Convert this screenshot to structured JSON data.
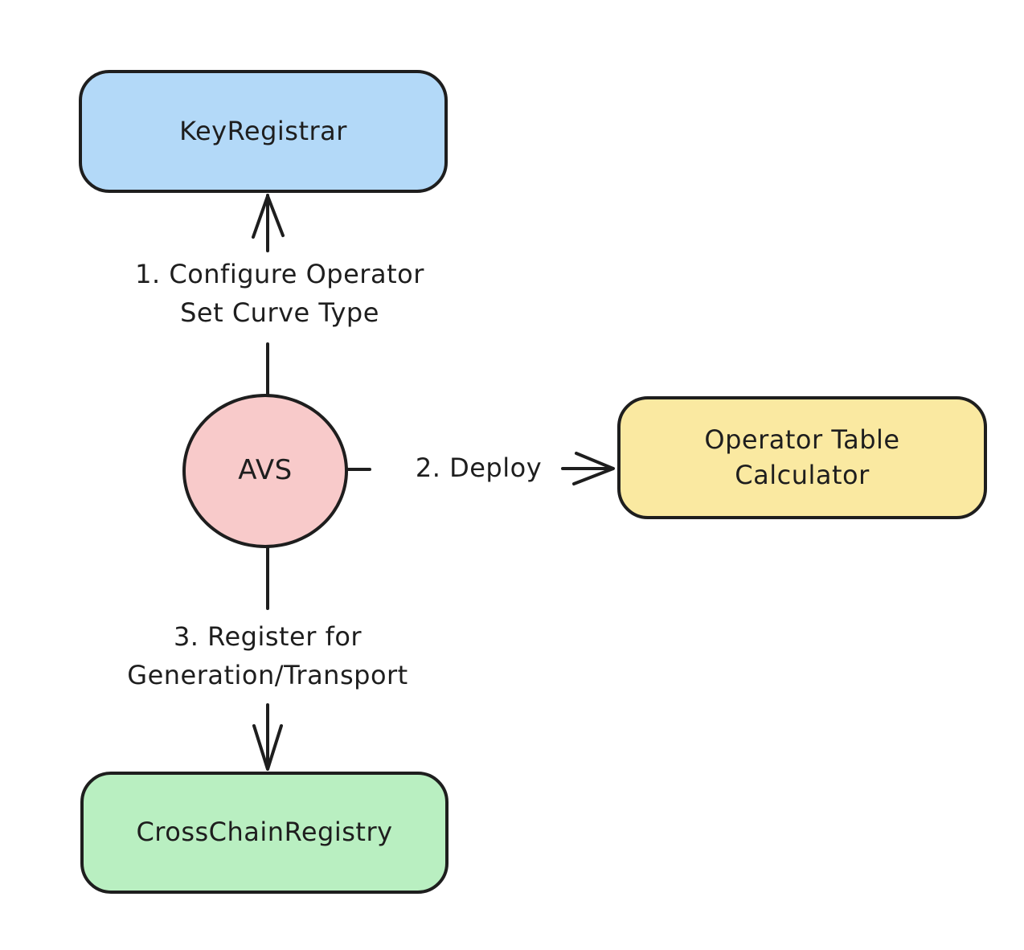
{
  "diagram": {
    "title": "AVS setup flow diagram",
    "colors": {
      "stroke": "#1e1e1e",
      "background": "#ffffff",
      "node_blue_fill": "#b3d9f8",
      "node_pink_fill": "#f8caca",
      "node_yellow_fill": "#fae9a1",
      "node_green_fill": "#b9efc1"
    },
    "nodes": [
      {
        "id": "key-registrar",
        "shape": "rounded-rect",
        "fill": "#b3d9f8",
        "label": "KeyRegistrar"
      },
      {
        "id": "avs",
        "shape": "ellipse",
        "fill": "#f8caca",
        "label": "AVS"
      },
      {
        "id": "operator-table-calculator",
        "shape": "rounded-rect",
        "fill": "#fae9a1",
        "label": "Operator Table Calculator",
        "label_lines": {
          "0": "Operator Table",
          "1": "Calculator"
        }
      },
      {
        "id": "cross-chain-registry",
        "shape": "rounded-rect",
        "fill": "#b9efc1",
        "label": "CrossChainRegistry"
      }
    ],
    "edges": [
      {
        "from": "avs",
        "to": "key-registrar",
        "direction": "up",
        "label": "1. Configure Operator Set Curve Type",
        "label_lines": {
          "0": "1. Configure Operator",
          "1": "Set Curve Type"
        }
      },
      {
        "from": "avs",
        "to": "operator-table-calculator",
        "direction": "right",
        "label": "2. Deploy"
      },
      {
        "from": "avs",
        "to": "cross-chain-registry",
        "direction": "down",
        "label": "3. Register for Generation/Transport",
        "label_lines": {
          "0": "3. Register for",
          "1": "Generation/Transport"
        }
      }
    ]
  }
}
